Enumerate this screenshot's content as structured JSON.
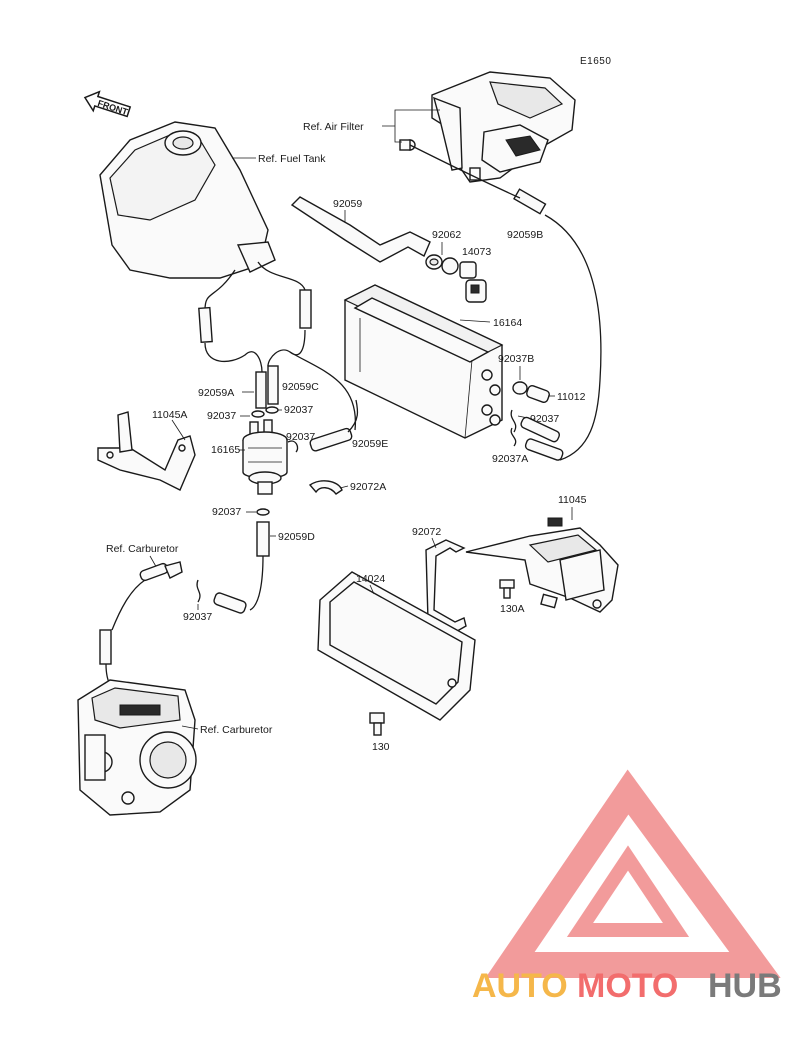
{
  "diagram_code": "E1650",
  "front_arrow": "FRONT",
  "refs": {
    "air_filter": "Ref. Air Filter",
    "fuel_tank": "Ref. Fuel Tank",
    "carburetor_top": "Ref. Carburetor",
    "carburetor_bottom": "Ref. Carburetor"
  },
  "parts": {
    "p92059": "92059",
    "p92059B": "92059B",
    "p92062": "92062",
    "p14073": "14073",
    "p16164": "16164",
    "p92037B": "92037B",
    "p11012": "11012",
    "p92037_r": "92037",
    "p92037A": "92037A",
    "p92059A": "92059A",
    "p92059C": "92059C",
    "p92037_a": "92037",
    "p92037_b": "92037",
    "p11045A": "11045A",
    "p92037_c": "92037",
    "p16165": "16165",
    "p92059E": "92059E",
    "p92072A": "92072A",
    "p92037_d": "92037",
    "p92059D": "92059D",
    "p92037_e": "92037",
    "p92072": "92072",
    "p11045": "11045",
    "p14024": "14024",
    "p130A": "130A",
    "p130": "130"
  },
  "watermark": {
    "part1": "AUTO",
    "part2": "MOTO",
    "part3": "HUB",
    "color_auto": "#f5b74a",
    "color_moto": "#f26d6d",
    "color_hub": "#7a7a7a",
    "color_logo": "#f08a8a"
  }
}
